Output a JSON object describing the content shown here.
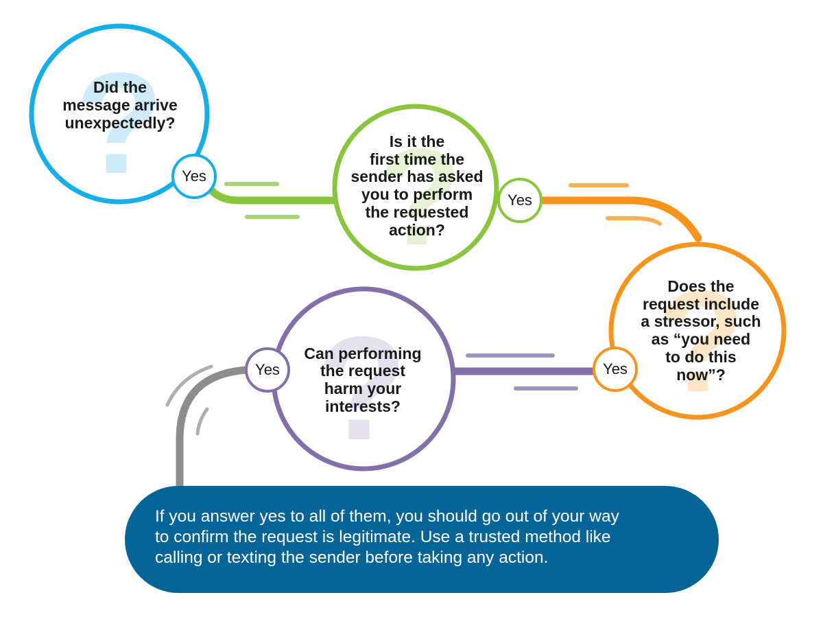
{
  "questions": [
    {
      "id": "q1",
      "text": "Did the\nmessage arrive\nunexpectedly?",
      "color": "#15aee8",
      "mark_color": "#cdebf8"
    },
    {
      "id": "q2",
      "text": "Is it the\nfirst time the\nsender has asked\nyou to perform\nthe requested\naction?",
      "color": "#8bc53f",
      "mark_color": "#e6f2d3"
    },
    {
      "id": "q3",
      "text": "Does the\nrequest include\na stressor, such\nas “you need\nto do this\nnow”?",
      "color": "#f7941d",
      "mark_color": "#fde6c8"
    },
    {
      "id": "q4",
      "text": "Can performing\nthe request\nharm your\ninterests?",
      "color": "#8470a8",
      "mark_color": "#e4e0ee"
    }
  ],
  "answer_label": "Yes",
  "connector_colors": {
    "green": "#8bc53f",
    "orange": "#f7941d",
    "purple": "#8470a8",
    "gray": "#8d8d8d"
  },
  "summary": {
    "text": "If you answer yes to all of them, you should go out of your way\nto confirm the request is legitimate. Use a trusted method like\ncalling or texting the sender before taking any action.",
    "background": "#066596"
  },
  "icons": {
    "question_mark": "question-mark-icon"
  }
}
